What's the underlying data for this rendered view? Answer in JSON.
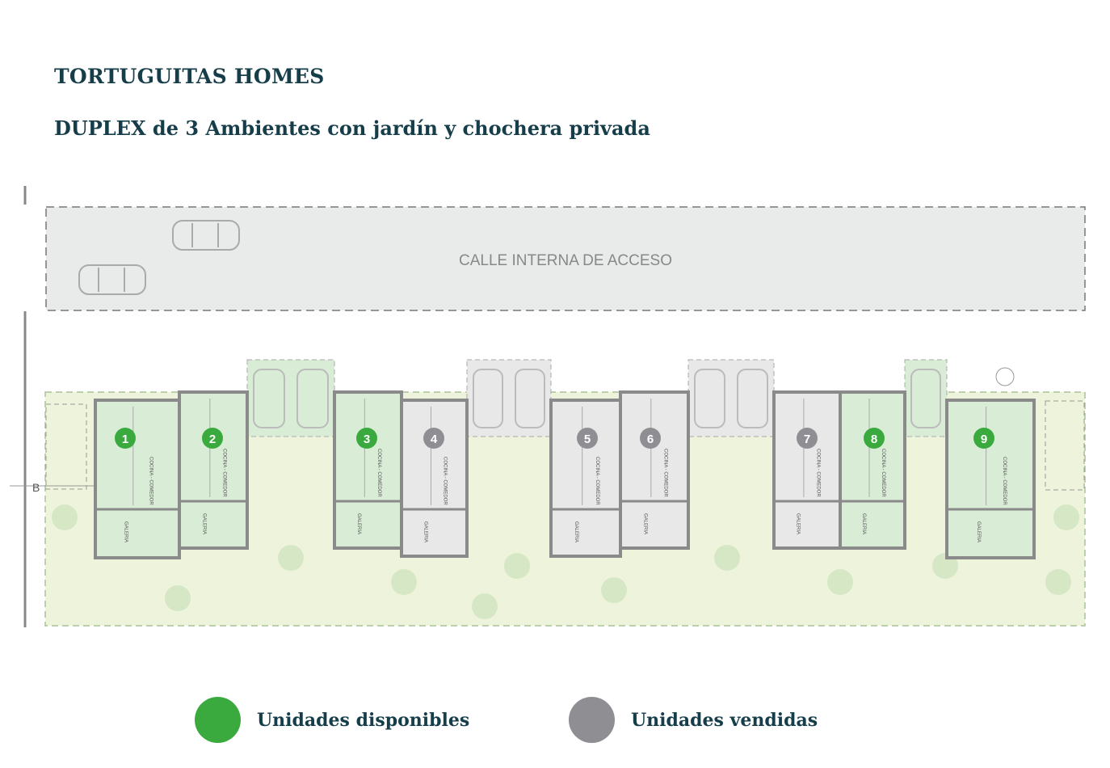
{
  "header": {
    "project_name": "TORTUGUITAS HOMES",
    "subtitle": "DUPLEX de 3 Ambientes con jardín y chochera privada"
  },
  "plan": {
    "street_label": "CALLE INTERNA DE ACCESO",
    "section_marker": "B",
    "room_labels": {
      "kitchen": "COCINA - COMEDOR",
      "gallery": "GALERIA"
    },
    "units": [
      {
        "number": "1",
        "status": "available"
      },
      {
        "number": "2",
        "status": "available"
      },
      {
        "number": "3",
        "status": "available"
      },
      {
        "number": "4",
        "status": "sold"
      },
      {
        "number": "5",
        "status": "sold"
      },
      {
        "number": "6",
        "status": "sold"
      },
      {
        "number": "7",
        "status": "sold"
      },
      {
        "number": "8",
        "status": "available"
      },
      {
        "number": "9",
        "status": "available"
      }
    ]
  },
  "legend": {
    "available_label": "Unidades disponibles",
    "sold_label": "Unidades vendidas"
  },
  "colors": {
    "available": "#3aaa3f",
    "sold": "#8e8e93",
    "available_fill": "#d8ecd6",
    "sold_fill": "#e8e8e8",
    "wall": "#8a8a8a",
    "garden": "#eef3dc",
    "title": "#163d4a"
  }
}
